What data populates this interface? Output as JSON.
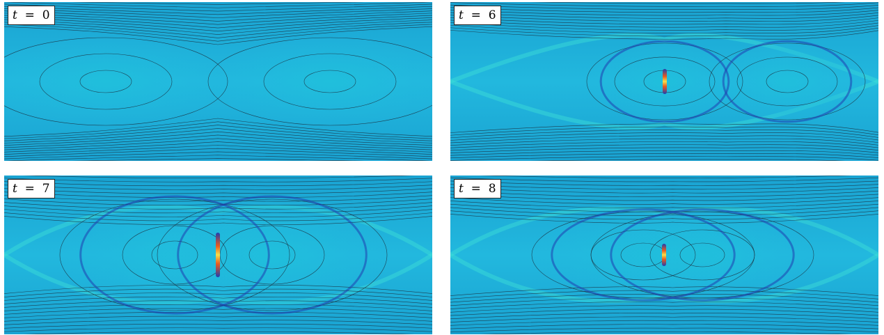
{
  "figure": {
    "panels": [
      {
        "id": "p0",
        "time_var": "t",
        "time_value": "0",
        "stage": 0
      },
      {
        "id": "p1",
        "time_var": "t",
        "time_value": "6",
        "stage": 1
      },
      {
        "id": "p2",
        "time_var": "t",
        "time_value": "7",
        "stage": 2
      },
      {
        "id": "p3",
        "time_var": "t",
        "time_value": "8",
        "stage": 3
      }
    ],
    "colors": {
      "background": "#1aa3d2",
      "background_light": "#22b8de",
      "island": "#20c0dc",
      "current_sheet_dark": "#1f3fb0",
      "current_sheet_glow": "#3fe0d8",
      "reconnection_core": "#e85a20",
      "reconnection_hot": "#f5e04a",
      "field_line": "#1b2a3a"
    }
  }
}
